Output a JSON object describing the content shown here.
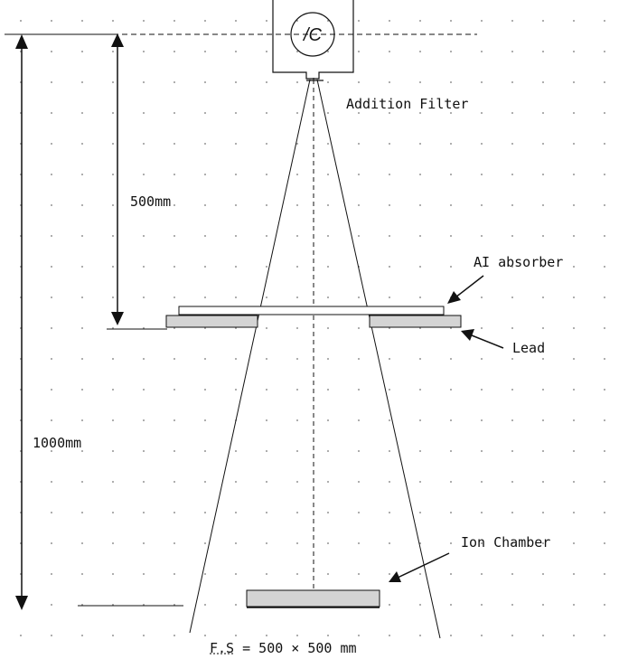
{
  "labels": {
    "source_symbol": "/C",
    "addition_filter": "Addition Filter",
    "distance_500": "500mm",
    "al_absorber": "AI absorber",
    "lead": "Lead",
    "distance_1000": "1000mm",
    "ion_chamber": "Ion Chamber",
    "field_size_prefix": "F.S",
    "field_size_value": " = 500 × 500 mm"
  },
  "colors": {
    "line": "#111111",
    "fill_gray": "#d4d4d4",
    "grid_dot": "#9a9a9a"
  }
}
